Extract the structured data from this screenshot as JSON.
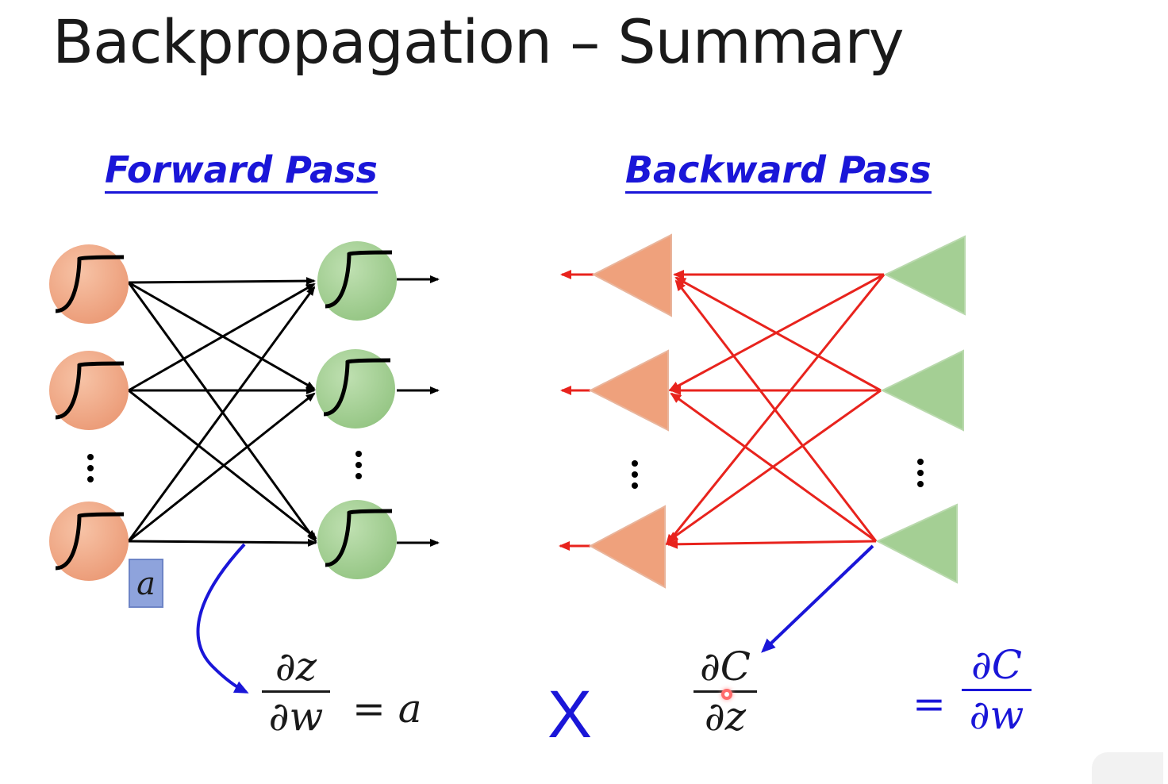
{
  "title": "Backpropagation – Summary",
  "forward": {
    "heading": "Forward Pass",
    "activation_label": "a",
    "derivative": {
      "numerator": "∂z",
      "denominator": "∂w",
      "equals": "= a"
    }
  },
  "backward": {
    "heading": "Backward Pass",
    "derivative": {
      "numerator": "∂C",
      "denominator": "∂z"
    }
  },
  "operator": "X",
  "result": {
    "equals": "=",
    "numerator": "∂C",
    "denominator": "∂w"
  },
  "colors": {
    "heading_blue": "#1a16d8",
    "input_neuron": "#f0a882",
    "output_neuron": "#a4cf94",
    "forward_edges": "#000000",
    "backward_edges": "#e8231d",
    "curve_arrow": "#1a16d8"
  },
  "icons": {
    "neuron_symbol": "sigmoid-curve",
    "vertical_ellipsis": "⋮"
  }
}
